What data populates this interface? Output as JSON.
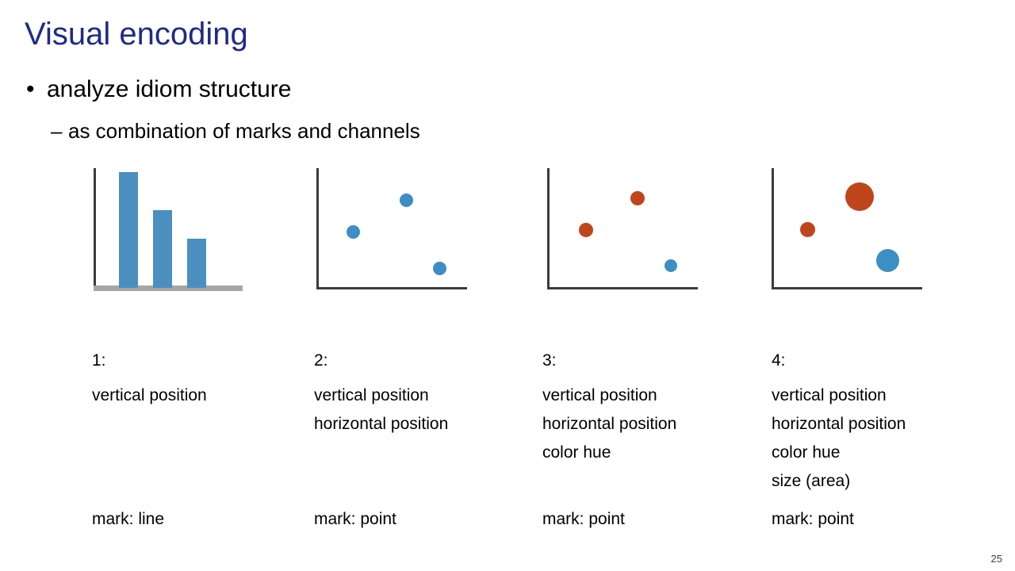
{
  "slide": {
    "title": "Visual encoding",
    "bullets": {
      "level1_marker": "•",
      "level1": "analyze idiom structure",
      "level2_marker": "–",
      "level2": "as combination of marks and channels"
    },
    "page_number": "25"
  },
  "panels": [
    {
      "id": "1",
      "number_label": "1:",
      "channels": [
        "vertical position"
      ],
      "mark": "mark: line",
      "type": "bar",
      "marks": [
        {
          "shape": "bar",
          "color": "#4a8fc0"
        },
        {
          "shape": "bar",
          "color": "#4a8fc0"
        },
        {
          "shape": "bar",
          "color": "#4a8fc0"
        }
      ]
    },
    {
      "id": "2",
      "number_label": "2:",
      "channels": [
        "vertical position",
        "horizontal position"
      ],
      "mark": "mark: point",
      "type": "scatter",
      "marks": [
        {
          "shape": "point",
          "color": "#3d8ec4"
        },
        {
          "shape": "point",
          "color": "#3d8ec4"
        },
        {
          "shape": "point",
          "color": "#3d8ec4"
        }
      ]
    },
    {
      "id": "3",
      "number_label": "3:",
      "channels": [
        "vertical position",
        "horizontal position",
        "color hue"
      ],
      "mark": "mark: point",
      "type": "scatter",
      "marks": [
        {
          "shape": "point",
          "color": "#c0451d"
        },
        {
          "shape": "point",
          "color": "#c0451d"
        },
        {
          "shape": "point",
          "color": "#3d8ec4"
        }
      ]
    },
    {
      "id": "4",
      "number_label": "4:",
      "channels": [
        "vertical position",
        "horizontal position",
        "color hue",
        "size (area)"
      ],
      "mark": "mark: point",
      "type": "scatter",
      "marks": [
        {
          "shape": "point",
          "color": "#c0451d"
        },
        {
          "shape": "point",
          "color": "#c0451d"
        },
        {
          "shape": "point",
          "color": "#3d8ec4"
        }
      ]
    }
  ],
  "colors": {
    "title": "#1f2a8a",
    "blue_mark": "#3d8ec4",
    "orange_mark": "#c0451d",
    "axis": "#3b3b3b",
    "baseline_gray": "#a6a6a6"
  }
}
